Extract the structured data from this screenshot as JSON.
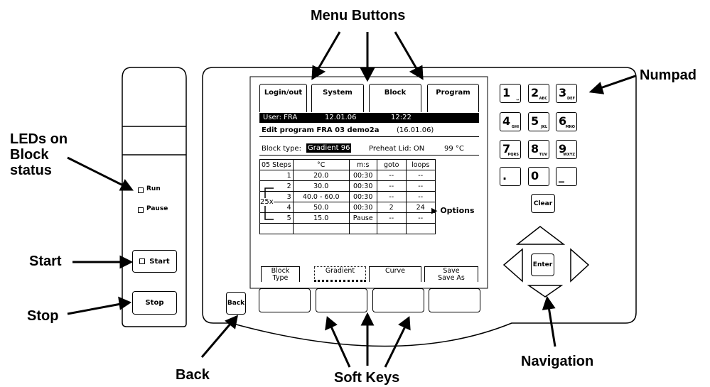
{
  "callouts": {
    "menu_buttons": "Menu Buttons",
    "numpad": "Numpad",
    "leds": [
      "LEDs on",
      "Block",
      "status"
    ],
    "start": "Start",
    "stop": "Stop",
    "back": "Back",
    "soft_keys": "Soft Keys",
    "navigation": "Navigation"
  },
  "left_panel": {
    "led_run": "Run",
    "led_pause": "Pause",
    "start_label": "Start",
    "stop_label": "Stop"
  },
  "menu_tabs": [
    "Login/out",
    "System",
    "Block",
    "Program"
  ],
  "screen": {
    "status_user": "User:  FRA",
    "status_date": "12.01.06",
    "status_time": "12:22",
    "title_bold": "Edit program FRA 03 demo2a",
    "title_date": "(16.01.06)",
    "block_type_label": "Block type:",
    "block_type_value": "Gradient 96",
    "preheat_label": "Preheat Lid:  ON",
    "preheat_temp": "99 °C",
    "table_header": [
      "05 Steps",
      "°C",
      "m:s",
      "goto",
      "loops"
    ],
    "steps": [
      {
        "num": "1",
        "temp": "20.0",
        "time": "00:30",
        "goto": "--",
        "loops": "--"
      },
      {
        "num": "2",
        "temp": "30.0",
        "time": "00:30",
        "goto": "--",
        "loops": "--"
      },
      {
        "num": "3",
        "temp": "40.0 - 60.0",
        "time": "00:30",
        "goto": "--",
        "loops": "--"
      },
      {
        "num": "4",
        "temp": "50.0",
        "time": "00:30",
        "goto": "2",
        "loops": "24"
      },
      {
        "num": "5",
        "temp": "15.0",
        "time": "Pause",
        "goto": "--",
        "loops": "--"
      }
    ],
    "loop_label": "25x",
    "options_label": "Options",
    "soft_labels": [
      [
        "Block",
        "Type"
      ],
      [
        "Gradient",
        ""
      ],
      [
        "Curve",
        ""
      ],
      [
        "Save",
        "Save As"
      ]
    ]
  },
  "back_label": "Back",
  "numpad": [
    {
      "n": "1",
      "s": "␣"
    },
    {
      "n": "2",
      "s": "ABC"
    },
    {
      "n": "3",
      "s": "DEF"
    },
    {
      "n": "4",
      "s": "GHI"
    },
    {
      "n": "5",
      "s": "JKL"
    },
    {
      "n": "6",
      "s": "MNO"
    },
    {
      "n": "7",
      "s": "PQRS"
    },
    {
      "n": "8",
      "s": "TUV"
    },
    {
      "n": "9",
      "s": "WXYZ"
    },
    {
      "n": ".",
      "s": ""
    },
    {
      "n": "0",
      "s": ""
    },
    {
      "n": "_",
      "s": ""
    }
  ],
  "clear_label": "Clear",
  "enter_label": "Enter"
}
